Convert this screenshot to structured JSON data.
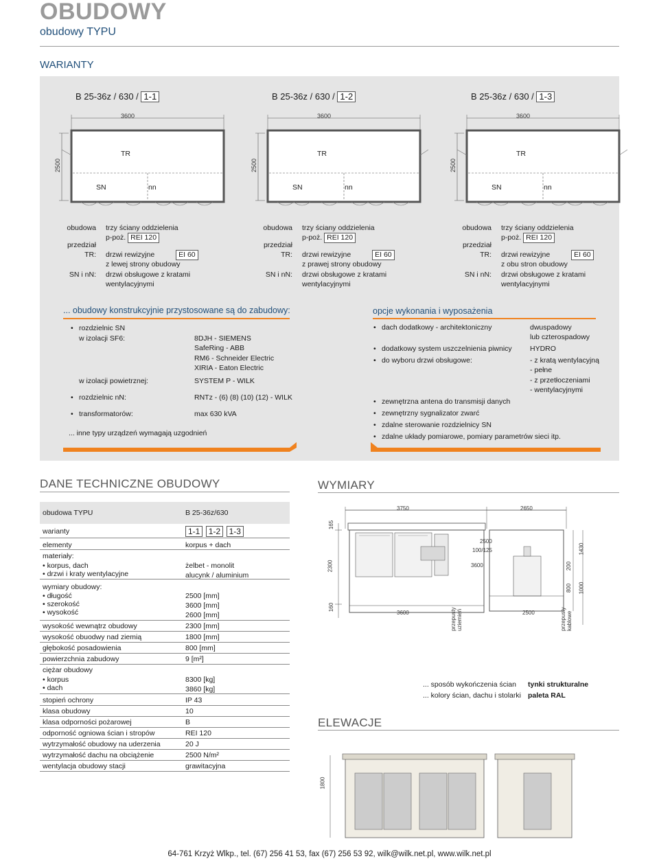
{
  "header": {
    "title": "OBUDOWY",
    "subtitle": "obudowy TYPU"
  },
  "warianty": {
    "heading": "WARIANTY",
    "variants": [
      {
        "prefix": "B 25-36z / 630 /",
        "code": "1-1",
        "width": "3600",
        "height": "2500",
        "tr": "TR",
        "sn": "SN",
        "nn": "nn",
        "rows": [
          {
            "label": "obudowa",
            "text": "trzy ściany oddzielenia"
          },
          {
            "label": "",
            "text": "p-poż.",
            "box": "REI 120"
          },
          {
            "label": "przedział",
            "text": ""
          },
          {
            "label": "TR:",
            "text": "drzwi rewizyjne",
            "box": "EI 60"
          },
          {
            "label": "",
            "text": "z lewej strony obudowy"
          },
          {
            "label": "SN i nN:",
            "text": "drzwi obsługowe z kratami"
          },
          {
            "label": "",
            "text": "wentylacyjnymi"
          }
        ]
      },
      {
        "prefix": "B 25-36z / 630 /",
        "code": "1-2",
        "width": "3600",
        "height": "2500",
        "tr": "TR",
        "sn": "SN",
        "nn": "nn",
        "rows": [
          {
            "label": "obudowa",
            "text": "trzy ściany oddzielenia"
          },
          {
            "label": "",
            "text": "p-poż.",
            "box": "REI 120"
          },
          {
            "label": "przedział",
            "text": ""
          },
          {
            "label": "TR:",
            "text": "drzwi rewizyjne",
            "box": "EI 60"
          },
          {
            "label": "",
            "text": "z prawej strony obudowy"
          },
          {
            "label": "SN i nN:",
            "text": "drzwi obsługowe z kratami"
          },
          {
            "label": "",
            "text": "wentylacyjnymi"
          }
        ]
      },
      {
        "prefix": "B 25-36z / 630 /",
        "code": "1-3",
        "width": "3600",
        "height": "2500",
        "tr": "TR",
        "sn": "SN",
        "nn": "nn",
        "rows": [
          {
            "label": "obudowa",
            "text": "trzy ściany oddzielenia"
          },
          {
            "label": "",
            "text": "p-poż.",
            "box": "REI 120"
          },
          {
            "label": "przedział",
            "text": ""
          },
          {
            "label": "TR:",
            "text": "drzwi rewizyjne",
            "box": "EI 60"
          },
          {
            "label": "",
            "text": "z obu stron obudowy"
          },
          {
            "label": "SN i nN:",
            "text": "drzwi obsługowe z kratami"
          },
          {
            "label": "",
            "text": "wentylacyjnymi"
          }
        ]
      }
    ]
  },
  "konstrukcja": {
    "heading": "... obudowy konstrukcyjnie przystosowane są do zabudowy:",
    "sn_label": "rozdzielnic SN",
    "sf6_label": "w izolacji SF6:",
    "sf6_items": [
      "8DJH - SIEMENS",
      "SafeRing - ABB",
      "RM6 - Schneider Electric",
      "XIRIA - Eaton Electric"
    ],
    "air_label": "w izolacji powietrznej:",
    "air_value": "SYSTEM P - WILK",
    "nn_label": "rozdzielnic nN:",
    "nn_value": "RNTz - (6) (8) (10) (12) - WILK",
    "tr_label": "transformatorów:",
    "tr_value": "max 630 kVA",
    "note": "... inne typy urządzeń wymagają uzgodnień"
  },
  "opcje": {
    "heading": "opcje wykonania i wyposażenia",
    "items": [
      {
        "text": "dach dodatkowy - architektoniczny",
        "right": [
          "dwuspadowy",
          "lub czterospadowy"
        ]
      },
      {
        "text": "dodatkowy system uszczelnienia piwnicy",
        "right": [
          "HYDRO"
        ]
      },
      {
        "text": "do wyboru drzwi obsługowe:",
        "right": [
          "- z kratą wentylacyjną",
          "- pełne",
          "- z przetłoczeniami",
          "- wentylacyjnymi"
        ]
      },
      {
        "text": "zewnętrzna antena do transmisji danych",
        "right": []
      },
      {
        "text": "zewnętrzny sygnalizator zwarć",
        "right": []
      },
      {
        "text": "zdalne sterowanie rozdzielnicy SN",
        "right": []
      },
      {
        "text": "zdalne układy pomiarowe, pomiary parametrów sieci itp.",
        "right": []
      }
    ]
  },
  "dane": {
    "heading": "DANE TECHNICZNE OBUDOWY",
    "type_label": "obudowa TYPU",
    "type_value": "B 25-36z/630",
    "warianty_label": "warianty",
    "warianty_codes": [
      "1-1",
      "1-2",
      "1-3"
    ],
    "elementy_label": "elementy",
    "elementy_value": "korpus + dach",
    "materialy_label": "materiały:",
    "mat1_label": "korpus, dach",
    "mat1_value": "żelbet - monolit",
    "mat2_label": "drzwi i kraty wentylacyjne",
    "mat2_value": "alucynk / aluminium",
    "wym_label": "wymiary obudowy:",
    "dl_label": "długość",
    "dl_value": "2500 [mm]",
    "sz_label": "szerokość",
    "sz_value": "3600 [mm]",
    "wy_label": "wysokość",
    "wy_value": "2600 [mm]",
    "rows": [
      {
        "label": "wysokość wewnątrz obudowy",
        "value": "2300 [mm]"
      },
      {
        "label": "wysokość obuodwy nad ziemią",
        "value": "1800 [mm]"
      },
      {
        "label": "głębokość posadowienia",
        "value": "800 [mm]"
      },
      {
        "label": "powierzchnia zabudowy",
        "value": "9 [m²]"
      }
    ],
    "ciezar_label": "ciężar obudowy",
    "korpus_label": "korpus",
    "korpus_value": "8300 [kg]",
    "dach_label": "dach",
    "dach_value": "3860 [kg]",
    "rows2": [
      {
        "label": "stopień ochrony",
        "value": "IP 43"
      },
      {
        "label": "klasa obudowy",
        "value": "10"
      },
      {
        "label": "klasa odporności pożarowej",
        "value": "B"
      },
      {
        "label": "odporność ogniowa ścian i stropów",
        "value": "REI 120"
      },
      {
        "label": "wytrzymałość obudowy na uderzenia",
        "value": "20 J"
      },
      {
        "label": "wytrzymałość dachu na obciążenie",
        "value": "2500 N/m²"
      },
      {
        "label": "wentylacja obudowy stacji",
        "value": "grawitacyjna"
      }
    ]
  },
  "wymiary": {
    "heading": "WYMIARY",
    "d3750": "3750",
    "d2650": "2650",
    "d165": "165",
    "d2300": "2300",
    "d160": "160",
    "d3600a": "3600",
    "d3600b": "3600",
    "d2500a": "2500",
    "d100_125": "100/125",
    "d2500b": "2500",
    "d200": "200",
    "d1430": "1430",
    "d800": "800",
    "d1000": "1000",
    "przepusty_uziemien": "przepusty uziemień",
    "przepusty_kablowe": "przepusty kablowe",
    "sposob_label": "... sposób wykończenia ścian",
    "sposob_value": "tynki strukturalne",
    "kolory_label": "... kolory ścian, dachu i stolarki",
    "kolory_value": "paleta RAL"
  },
  "elewacje": {
    "heading": "ELEWACJE",
    "d1800": "1800"
  },
  "footer": {
    "text": "64-761 Krzyż Wlkp., tel. (67) 256 41 53, fax (67) 256 53 92, wilk@wilk.net.pl, www.wilk.net.pl"
  }
}
